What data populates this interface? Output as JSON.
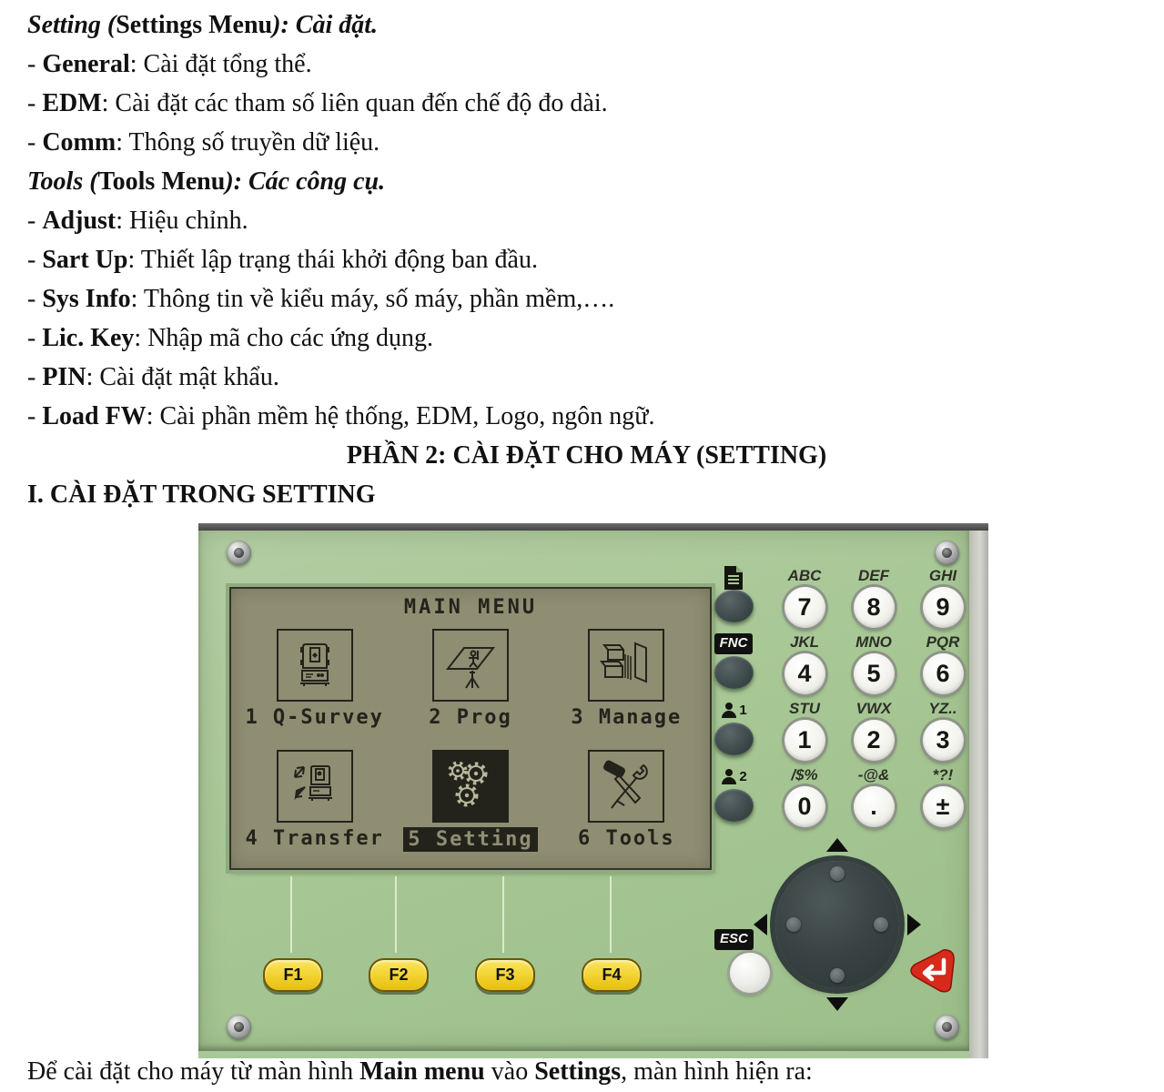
{
  "document": {
    "lines": [
      {
        "type": "heading",
        "segments": [
          {
            "style": "bi",
            "text": "Setting ("
          },
          {
            "style": "b",
            "text": "Settings Menu"
          },
          {
            "style": "bi",
            "text": "): Cài đặt."
          }
        ]
      },
      {
        "type": "item",
        "segments": [
          {
            "style": "n",
            "text": "- "
          },
          {
            "style": "b",
            "text": "General"
          },
          {
            "style": "n",
            "text": ": Cài đặt tổng thể."
          }
        ]
      },
      {
        "type": "item",
        "segments": [
          {
            "style": "n",
            "text": "- "
          },
          {
            "style": "b",
            "text": "EDM"
          },
          {
            "style": "n",
            "text": ": Cài đặt các tham số liên quan đến chế độ đo dài."
          }
        ]
      },
      {
        "type": "item",
        "segments": [
          {
            "style": "n",
            "text": "- "
          },
          {
            "style": "b",
            "text": "Comm"
          },
          {
            "style": "n",
            "text": ": Thông số truyền dữ liệu."
          }
        ]
      },
      {
        "type": "heading",
        "segments": [
          {
            "style": "bi",
            "text": "Tools ("
          },
          {
            "style": "b",
            "text": "Tools Menu"
          },
          {
            "style": "bi",
            "text": "): Các công cụ."
          }
        ]
      },
      {
        "type": "item",
        "segments": [
          {
            "style": "n",
            "text": "- "
          },
          {
            "style": "b",
            "text": "Adjust"
          },
          {
            "style": "n",
            "text": ": Hiệu chỉnh."
          }
        ]
      },
      {
        "type": "item",
        "segments": [
          {
            "style": "n",
            "text": "- "
          },
          {
            "style": "b",
            "text": "Sart Up"
          },
          {
            "style": "n",
            "text": ": Thiết lập trạng thái khởi động ban đầu."
          }
        ]
      },
      {
        "type": "item",
        "segments": [
          {
            "style": "n",
            "text": "- "
          },
          {
            "style": "b",
            "text": "Sys Info"
          },
          {
            "style": "n",
            "text": ": Thông tin về kiểu máy, số máy, phần mềm,…."
          }
        ]
      },
      {
        "type": "item",
        "segments": [
          {
            "style": "n",
            "text": "- "
          },
          {
            "style": "b",
            "text": "Lic. Key"
          },
          {
            "style": "n",
            "text": ": Nhập mã cho các ứng dụng."
          }
        ]
      },
      {
        "type": "item",
        "segments": [
          {
            "style": "n",
            "text": "- "
          },
          {
            "style": "b",
            "text": "PIN"
          },
          {
            "style": "n",
            "text": ": Cài đặt mật khẩu."
          }
        ]
      },
      {
        "type": "item",
        "segments": [
          {
            "style": "n",
            "text": "- "
          },
          {
            "style": "b",
            "text": "Load FW"
          },
          {
            "style": "n",
            "text": ": Cài phần mềm hệ thống, EDM, Logo, ngôn ngữ."
          }
        ]
      },
      {
        "type": "center",
        "segments": [
          {
            "style": "b",
            "text": "PHẦN 2: CÀI ĐẶT CHO MÁY (SETTING)"
          }
        ]
      },
      {
        "type": "heading",
        "segments": [
          {
            "style": "b",
            "text": "I. CÀI ĐẶT TRONG SETTING"
          }
        ]
      }
    ],
    "footer_segments": [
      {
        "style": "n",
        "text": "Để cài đặt cho máy từ màn hình "
      },
      {
        "style": "b",
        "text": "Main menu"
      },
      {
        "style": "n",
        "text": " vào "
      },
      {
        "style": "b",
        "text": "Settings"
      },
      {
        "style": "n",
        "text": ", màn hình hiện ra:"
      }
    ]
  },
  "device": {
    "screen": {
      "title": "MAIN MENU",
      "menu_items": [
        {
          "number": "1",
          "label": "Q-Survey",
          "icon": "total-station-icon",
          "selected": false
        },
        {
          "number": "2",
          "label": "Prog",
          "icon": "survey-plan-icon",
          "selected": false
        },
        {
          "number": "3",
          "label": "Manage",
          "icon": "manage-boxes-icon",
          "selected": false
        },
        {
          "number": "4",
          "label": "Transfer",
          "icon": "transfer-arrows-icon",
          "selected": false
        },
        {
          "number": "5",
          "label": "Setting",
          "icon": "settings-gears-icon",
          "selected": true
        },
        {
          "number": "6",
          "label": "Tools",
          "icon": "tools-icon",
          "selected": false
        }
      ]
    },
    "side_keys": [
      {
        "name": "page-key",
        "type": "icon",
        "icon": "page-icon"
      },
      {
        "name": "fnc-key",
        "type": "label",
        "label": "FNC"
      },
      {
        "name": "user1-key",
        "type": "user",
        "icon": "user-icon",
        "badge": "1"
      },
      {
        "name": "user2-key",
        "type": "user",
        "icon": "user-icon",
        "badge": "2"
      }
    ],
    "numeric_keys": [
      {
        "name": "key-7",
        "letters": "ABC",
        "digit": "7"
      },
      {
        "name": "key-8",
        "letters": "DEF",
        "digit": "8"
      },
      {
        "name": "key-9",
        "letters": "GHI",
        "digit": "9"
      },
      {
        "name": "key-4",
        "letters": "JKL",
        "digit": "4"
      },
      {
        "name": "key-5",
        "letters": "MNO",
        "digit": "5"
      },
      {
        "name": "key-6",
        "letters": "PQR",
        "digit": "6"
      },
      {
        "name": "key-1",
        "letters": "STU",
        "digit": "1"
      },
      {
        "name": "key-2",
        "letters": "VWX",
        "digit": "2"
      },
      {
        "name": "key-3",
        "letters": "YZ..",
        "digit": "3"
      },
      {
        "name": "key-0",
        "letters": "/$%",
        "digit": "0"
      },
      {
        "name": "key-dot",
        "letters": "-@&",
        "digit": "."
      },
      {
        "name": "key-plusminus",
        "letters": "*?!",
        "digit": "±"
      }
    ],
    "function_keys": [
      {
        "name": "f1-key",
        "label": "F1"
      },
      {
        "name": "f2-key",
        "label": "F2"
      },
      {
        "name": "f3-key",
        "label": "F3"
      },
      {
        "name": "f4-key",
        "label": "F4"
      }
    ],
    "esc_label": "ESC",
    "colors": {
      "panel_green": "#a7c795",
      "screen_khaki": "#8f8d72",
      "screen_ink": "#23231b",
      "function_key_yellow": "#f0cf2a",
      "enter_key_red": "#d62a1a",
      "dark_key": "#3e4a4b"
    }
  }
}
